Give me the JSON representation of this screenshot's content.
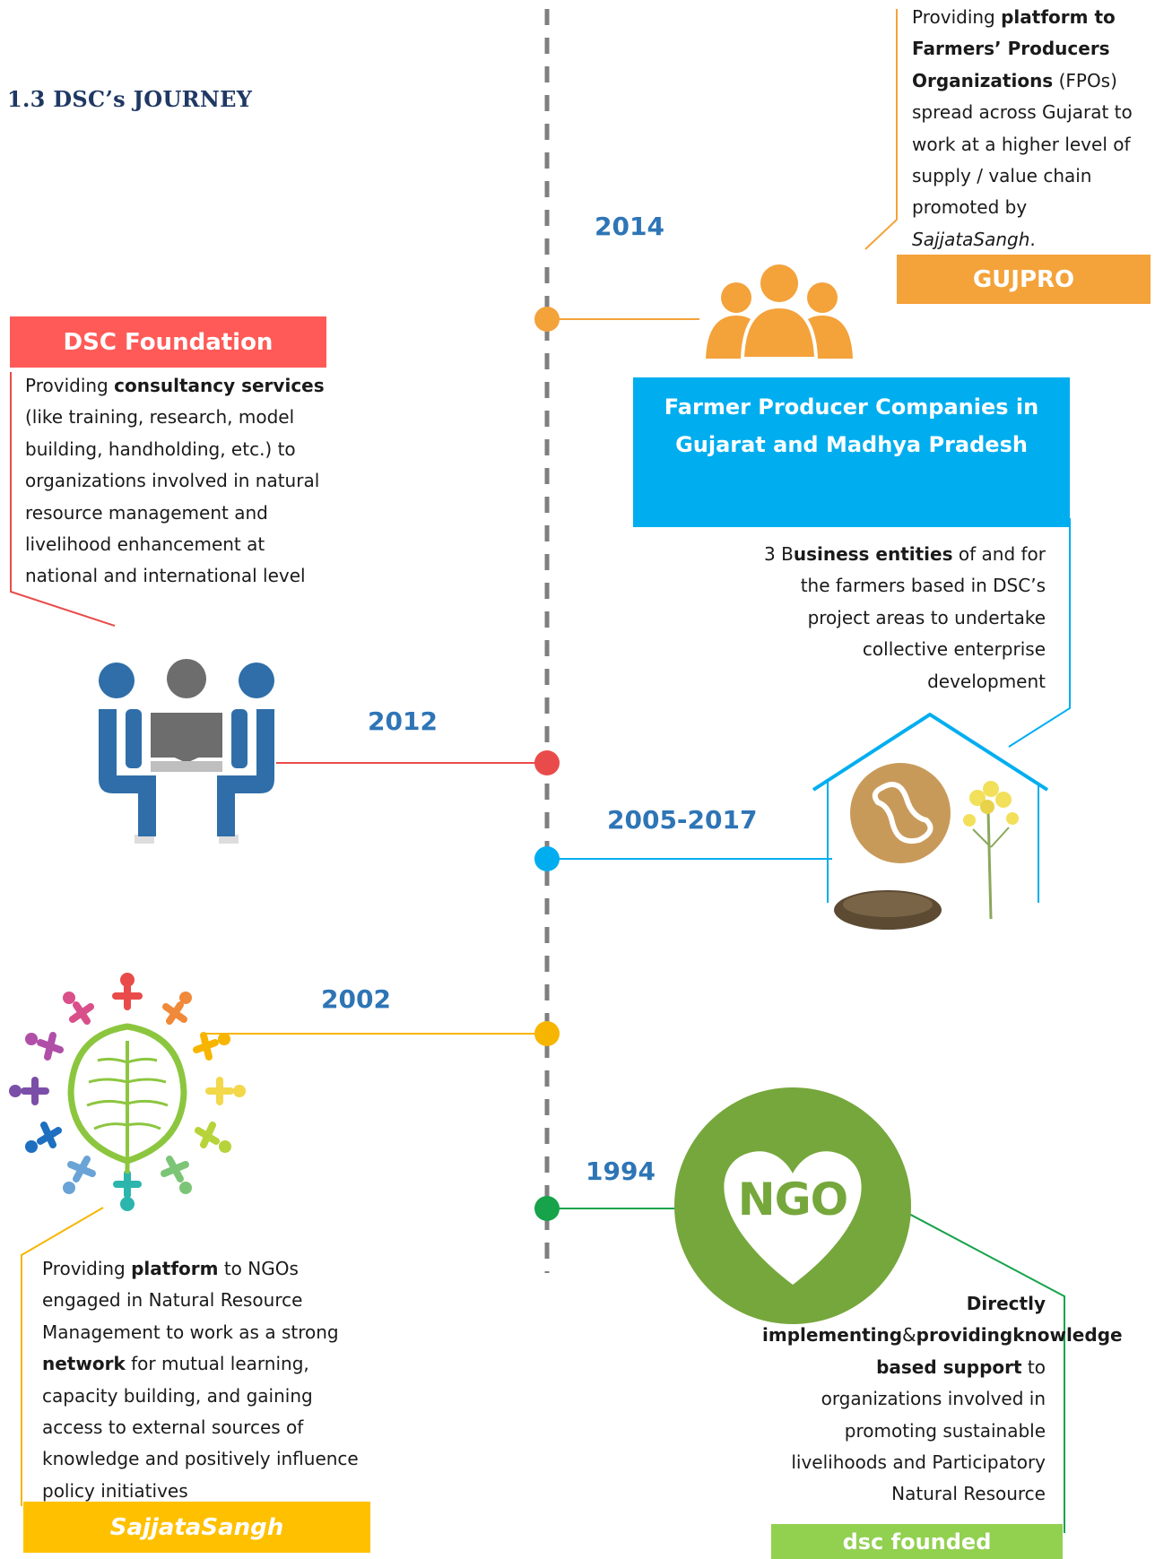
{
  "heading": "1.3 DSC’s JOURNEY",
  "timeline": {
    "y2014": "2014",
    "y2012": "2012",
    "y2005": "2005-2017",
    "y2002": "2002",
    "y1994": "1994"
  },
  "gujpro": {
    "label": "GUJPRO",
    "t1": "Providing ",
    "b1": "platform to Farmers’ Producers Organizations",
    "t2": " (FPOs) spread across Gujarat to work at a higher level of supply / value chain promoted by ",
    "i1": "SajjataSangh",
    "t3": "."
  },
  "dsc_foundation": {
    "label": "DSC Foundation",
    "t1": "Providing ",
    "b1": "consultancy services",
    "t2": " (like training, research, model building, handholding, etc.) to organizations involved in natural resource management and livelihood enhancement at national and international level"
  },
  "fpc": {
    "label": "Farmer Producer Companies in Gujarat and Madhya Pradesh",
    "t1": "3 B",
    "b1": "usiness entities",
    "t2": " of and for the farmers based in DSC’s project areas to undertake collective enterprise development"
  },
  "sajjata": {
    "label": "SajjataSangh",
    "t1": "Providing ",
    "b1": "platform",
    "t2": " to NGOs engaged in Natural Resource Management to work as a strong ",
    "b2": "network",
    "t3": " for mutual learning, capacity building, and gaining access to external sources of knowledge and positively influence policy initiatives"
  },
  "dsc_founded": {
    "label": "dsc founded",
    "b1": "Directly implementing",
    "t1": "&",
    "b2": "providingknowledge based support",
    "t2": " to organizations involved in promoting sustainable livelihoods and Participatory Natural Resource",
    "ngo_text": "NGO"
  },
  "colors": {
    "orange": "#f4a23a",
    "red": "#e94b4b",
    "blue": "#00aeef",
    "yellow": "#f7b500",
    "green": "#16a34a",
    "olive": "#76a73c",
    "light_green": "#8cc63f",
    "icon_blue": "#2f6ea8",
    "icon_gray": "#6d6d6d"
  }
}
